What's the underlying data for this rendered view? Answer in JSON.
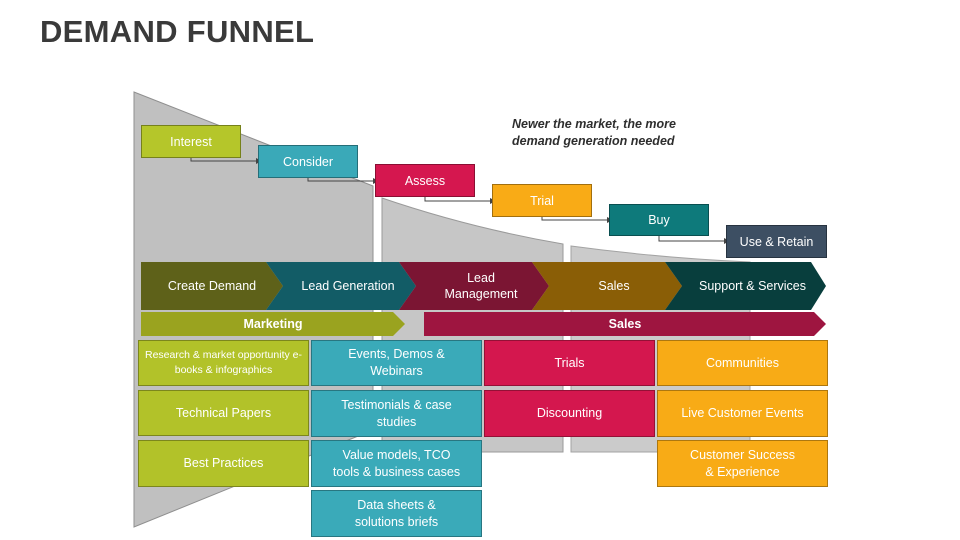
{
  "title": "DEMAND FUNNEL",
  "note": [
    "Newer the market, the more",
    "demand generation  needed"
  ],
  "stages": [
    {
      "label": "Interest",
      "color": "#b5c62a"
    },
    {
      "label": "Consider",
      "color": "#3aa9b8"
    },
    {
      "label": "Assess",
      "color": "#d5174f"
    },
    {
      "label": "Trial",
      "color": "#f9ab16"
    },
    {
      "label": "Buy",
      "color": "#0e7a7b"
    },
    {
      "label": "Use & Retain",
      "color": "#3d4f63"
    }
  ],
  "chevrons": [
    {
      "label": "Create Demand",
      "color": "#5e6119"
    },
    {
      "label": "Lead Generation",
      "color": "#125c66"
    },
    {
      "label": "Lead\nManagement",
      "color": "#7b1533"
    },
    {
      "label": "Sales",
      "color": "#8a5e06"
    },
    {
      "label": "Support & Services",
      "color": "#083e3d"
    }
  ],
  "bars": {
    "marketing": {
      "label": "Marketing",
      "color": "#9aa31f"
    },
    "sales": {
      "label": "Sales",
      "color": "#9e1540"
    }
  },
  "columns": [
    [
      "Research & market opportunity e-books & infographics",
      "Technical Papers",
      "Best Practices"
    ],
    [
      "Events, Demos & Webinars",
      "Testimonials & case studies",
      "Value models, TCO tools & business cases",
      "Data sheets & solutions briefs"
    ],
    [
      "Trials",
      "Discounting"
    ],
    [
      "Communities",
      "Live Customer Events",
      "Customer Success & Experience"
    ]
  ]
}
